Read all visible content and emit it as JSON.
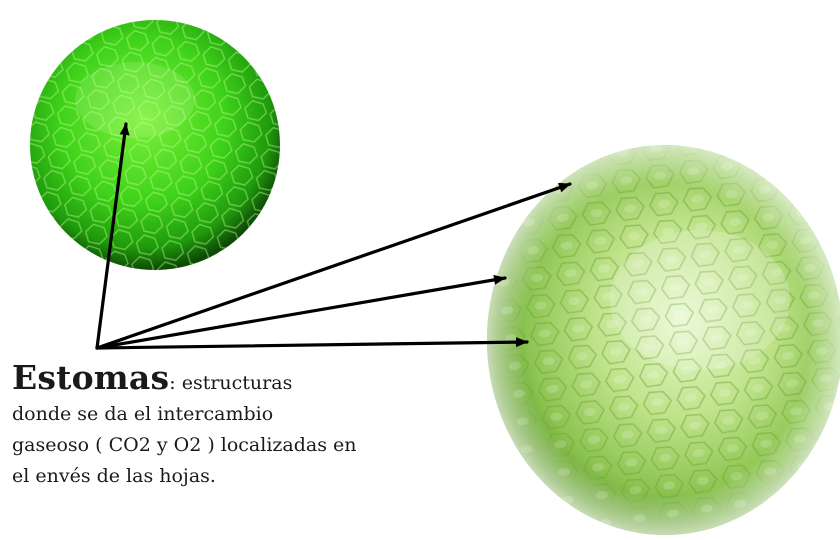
{
  "caption": {
    "term": "Estomas",
    "line1_rest": ": estructuras",
    "line2": "donde se da el intercambio",
    "line3": "gaseoso ( CO2 y O2 ) localizadas en",
    "line4": "el envés de las hojas."
  },
  "colors": {
    "small_view": "#3fd21a",
    "large_view": "#9bd060",
    "arrow": "#000000",
    "text": "#1a1a1a"
  }
}
